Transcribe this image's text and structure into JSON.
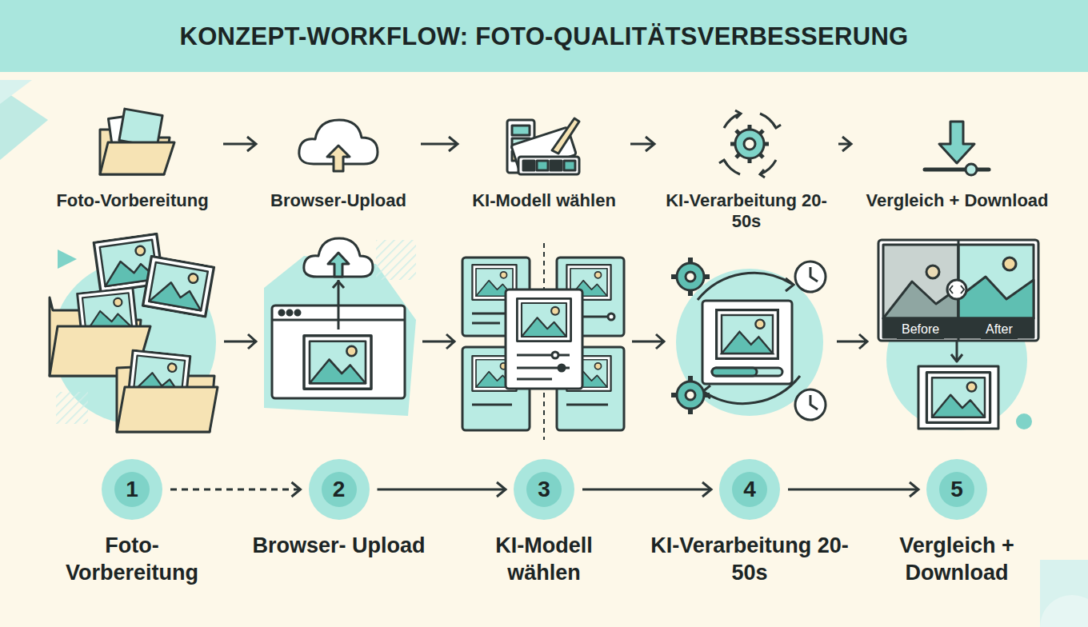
{
  "diagram": {
    "title": "KONZEPT-WORKFLOW: FOTO-QUALITÄTSVERBESSERUNG",
    "nodes": [
      {
        "text": [
          "Foto-Vorbereitung"
        ]
      },
      {
        "text": [
          "Browser-Upload"
        ]
      },
      {
        "text": [
          "KI-Modell wählen"
        ]
      },
      {
        "text": [
          "KI-Verarbeitung 20-50s"
        ]
      },
      {
        "text": [
          "Vergleich + Download"
        ]
      },
      {
        "text": [
          "1",
          "Foto- Vorbereitung"
        ]
      },
      {
        "text": [
          "2",
          "Browser- Upload"
        ]
      },
      {
        "text": [
          "3",
          "KI-Modell wählen"
        ]
      },
      {
        "text": [
          "4",
          "KI-Verarbeitung 20-50s"
        ]
      },
      {
        "text": [
          "5",
          "Vergleich + Download"
        ]
      }
    ],
    "edges": [
      {
        "from": 0,
        "to": 1,
        "arrow": "to"
      },
      {
        "from": 1,
        "to": 2,
        "arrow": "to"
      },
      {
        "from": 2,
        "to": 3,
        "arrow": "to"
      },
      {
        "from": 3,
        "to": 4,
        "arrow": "to"
      },
      {
        "from": 5,
        "to": 6,
        "arrow": "to"
      },
      {
        "from": 6,
        "to": 7,
        "arrow": "to"
      },
      {
        "from": 7,
        "to": 8,
        "arrow": "to"
      },
      {
        "from": 8,
        "to": 9,
        "arrow": "to"
      }
    ],
    "labels": [
      "Before",
      "After"
    ]
  }
}
